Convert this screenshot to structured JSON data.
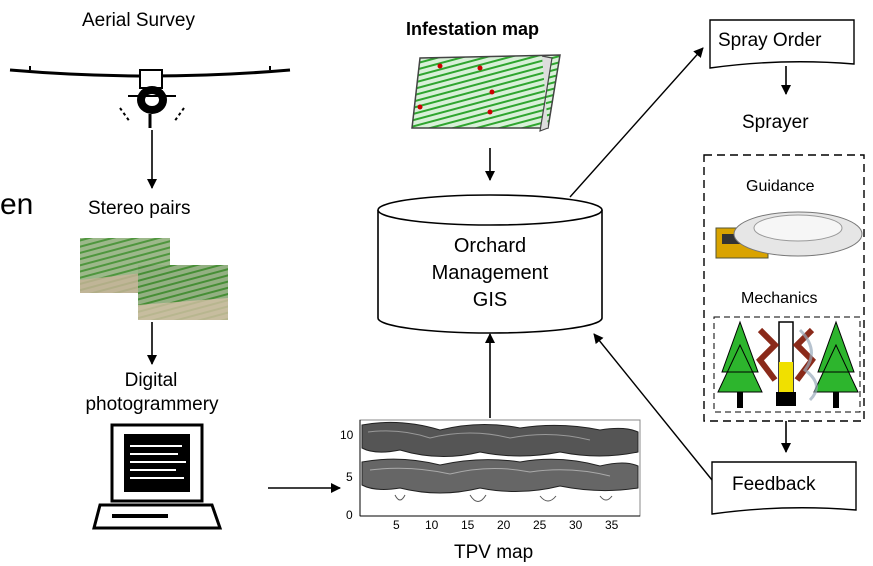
{
  "nodes": {
    "aerial_survey": "Aerial Survey",
    "stereo_pairs": "Stereo pairs",
    "digital_photogrammetry_line1": "Digital",
    "digital_photogrammetry_line2": "photogrammery",
    "infestation_map": "Infestation map",
    "gis_line1": "Orchard",
    "gis_line2": "Management",
    "gis_line3": "GIS",
    "tpv_map": "TPV map",
    "spray_order": "Spray Order",
    "sprayer": "Sprayer",
    "guidance": "Guidance",
    "mechanics": "Mechanics",
    "feedback": "Feedback",
    "edge_fragment": "en"
  },
  "tpv_axis": {
    "y_ticks": [
      "10",
      "5",
      "0"
    ],
    "x_ticks": [
      "5",
      "10",
      "15",
      "20",
      "25",
      "30",
      "35"
    ]
  }
}
